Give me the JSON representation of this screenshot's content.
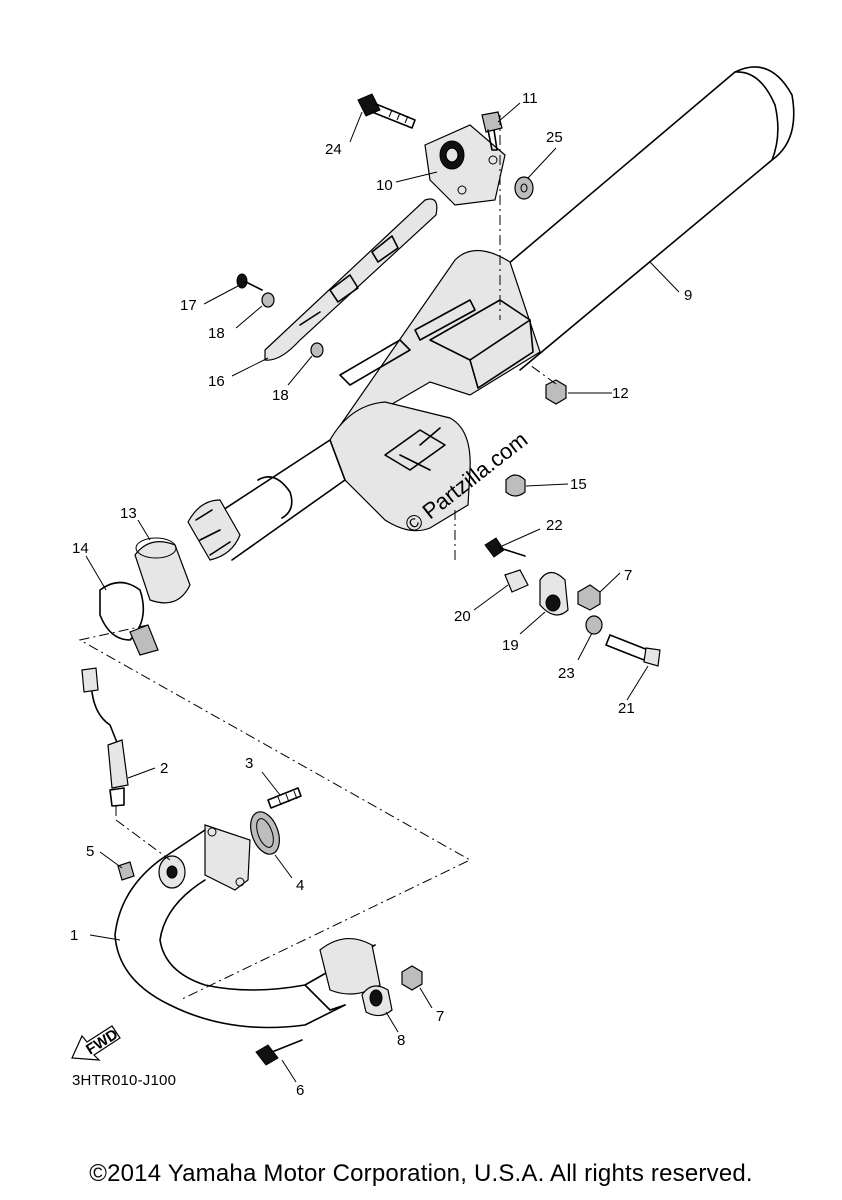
{
  "diagram": {
    "code": "3HTR010-J100",
    "copyright": "©2014 Yamaha Motor Corporation, U.S.A. All rights reserved.",
    "watermark": "© Partzilla.com",
    "direction_label": "FWD"
  },
  "callouts": {
    "c1": "1",
    "c2": "2",
    "c3": "3",
    "c4": "4",
    "c5": "5",
    "c6": "6",
    "c7a": "7",
    "c7b": "7",
    "c8": "8",
    "c9": "9",
    "c10": "10",
    "c11": "11",
    "c12": "12",
    "c13": "13",
    "c14": "14",
    "c15": "15",
    "c16": "16",
    "c17": "17",
    "c18a": "18",
    "c18b": "18",
    "c19": "19",
    "c20": "20",
    "c21": "21",
    "c22": "22",
    "c23": "23",
    "c24": "24",
    "c25": "25"
  }
}
